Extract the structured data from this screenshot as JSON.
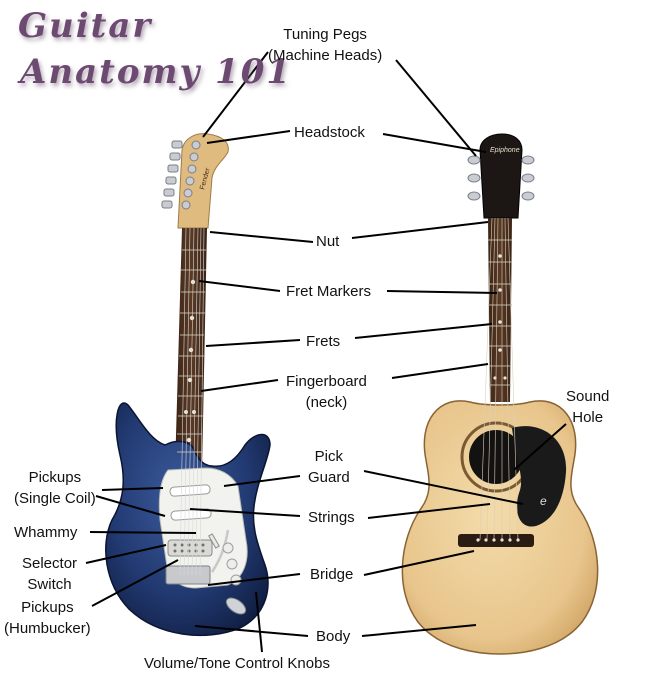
{
  "title": {
    "line1": "Guitar",
    "line2": "Anatomy 101"
  },
  "labels": {
    "tuning_pegs": {
      "line1": "Tuning Pegs",
      "line2": "(Machine Heads)"
    },
    "headstock": "Headstock",
    "nut": "Nut",
    "fret_markers": "Fret Markers",
    "frets": "Frets",
    "fingerboard": {
      "line1": "Fingerboard",
      "line2": "(neck)"
    },
    "sound_hole": {
      "line1": "Sound",
      "line2": "Hole"
    },
    "pick_guard": {
      "line1": "Pick",
      "line2": "Guard"
    },
    "pickups_single": {
      "line1": "Pickups",
      "line2": "(Single Coil)"
    },
    "whammy": "Whammy",
    "strings": "Strings",
    "selector": {
      "line1": "Selector",
      "line2": "Switch"
    },
    "bridge": "Bridge",
    "pickups_humbucker": {
      "line1": "Pickups",
      "line2": "(Humbucker)"
    },
    "body": "Body",
    "knobs": "Volume/Tone Control Knobs"
  },
  "colors": {
    "title": "#6d4a72",
    "electric_body": "#1f3566",
    "pickguard_white": "#f2f2ef",
    "fretboard": "#4a2e1e",
    "maple": "#e2bf86",
    "acoustic_top": "#e9c98e",
    "acoustic_pickguard": "#1a1a1a",
    "leader_line": "#000000"
  },
  "guitars": [
    {
      "name": "electric-guitar",
      "icon": "stratocaster-illustration"
    },
    {
      "name": "acoustic-guitar",
      "icon": "acoustic-guitar-illustration"
    }
  ]
}
